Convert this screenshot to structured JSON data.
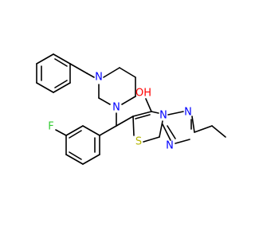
{
  "molecule": {
    "atoms": {
      "n_pip_top": {
        "symbol": "N",
        "color": "#0000ff"
      },
      "n_pip_bottom": {
        "symbol": "N",
        "color": "#0000ff"
      },
      "oh": {
        "symbol": "OH",
        "color": "#ff0000"
      },
      "s": {
        "symbol": "S",
        "color": "#b5b500"
      },
      "f": {
        "symbol": "F",
        "color": "#33cc33"
      },
      "n_tz_bridge": {
        "symbol": "N",
        "color": "#0000ff"
      },
      "n_tz_top": {
        "symbol": "N",
        "color": "#0000ff"
      },
      "n_tz_bottom": {
        "symbol": "N",
        "color": "#0000ff"
      }
    }
  }
}
